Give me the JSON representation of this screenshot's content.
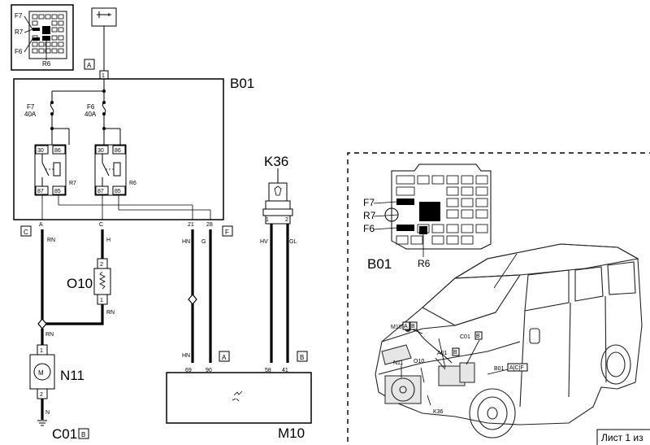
{
  "components": {
    "b01": "B01",
    "k36": "K36",
    "o10": "O10",
    "n11": "N11",
    "c01": "C01",
    "m10": "M10"
  },
  "fuses": {
    "f7": "F7",
    "f7_rating": "40A",
    "f6": "F6",
    "f6_rating": "40A"
  },
  "relays": {
    "r7": "R7",
    "r6": "R6",
    "pin30": "30",
    "pin86": "86",
    "pin87": "87",
    "pin85": "85"
  },
  "connectors": {
    "a": "A",
    "b": "B",
    "c": "C",
    "f": "F"
  },
  "pins": {
    "p1": "1",
    "p2": "2",
    "p21": "21",
    "p28": "28",
    "p69": "69",
    "p90": "90",
    "p58": "58",
    "p41": "41"
  },
  "wires": {
    "rn": "RN",
    "h": "H",
    "hn": "HN",
    "g": "G",
    "hv": "HV",
    "gl": "GL",
    "n": "N"
  },
  "inset": {
    "b01": "B01",
    "f7": "F7",
    "r7": "R7",
    "f6": "F6",
    "r6": "R6",
    "m10_ab": "M10",
    "ab_1": "A",
    "ab_2": "B",
    "c01": "C01",
    "c01_b": "B",
    "a01": "A01",
    "a01_b": "B",
    "n11": "N11",
    "o10": "O10",
    "b01_acf": "B01",
    "acf": "A|C|F",
    "k36": "K36"
  },
  "footer": {
    "sheet": "Лист 1 из"
  }
}
